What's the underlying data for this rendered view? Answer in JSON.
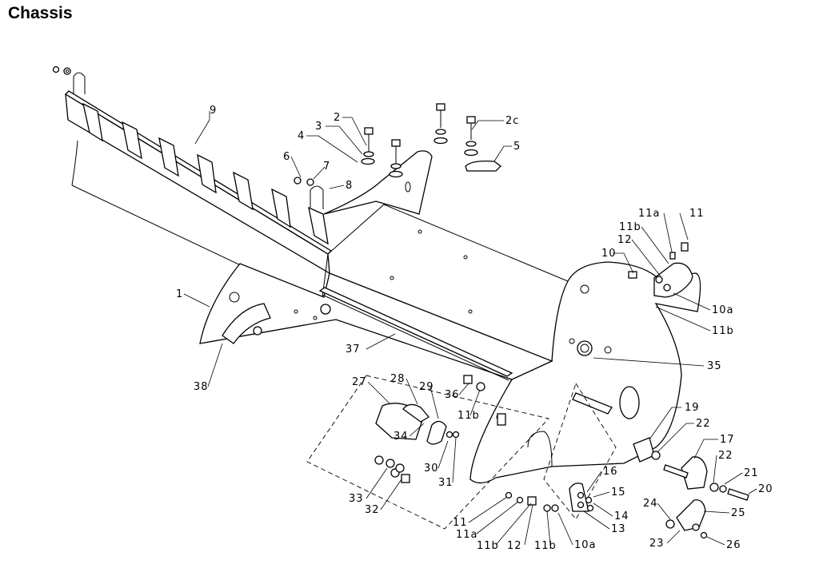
{
  "title": "Chassis",
  "labels": [
    "1",
    "2",
    "2c",
    "3",
    "4",
    "5",
    "6",
    "7",
    "8",
    "9",
    "10",
    "10a",
    "11",
    "11a",
    "11b",
    "12",
    "11b",
    "35",
    "37",
    "38",
    "27",
    "28",
    "29",
    "36",
    "11b",
    "34",
    "30",
    "31",
    "33",
    "32",
    "19",
    "22",
    "17",
    "22",
    "21",
    "20",
    "16",
    "15",
    "14",
    "13",
    "11",
    "11a",
    "11b",
    "12",
    "11b",
    "10a",
    "24",
    "25",
    "23",
    "26"
  ]
}
